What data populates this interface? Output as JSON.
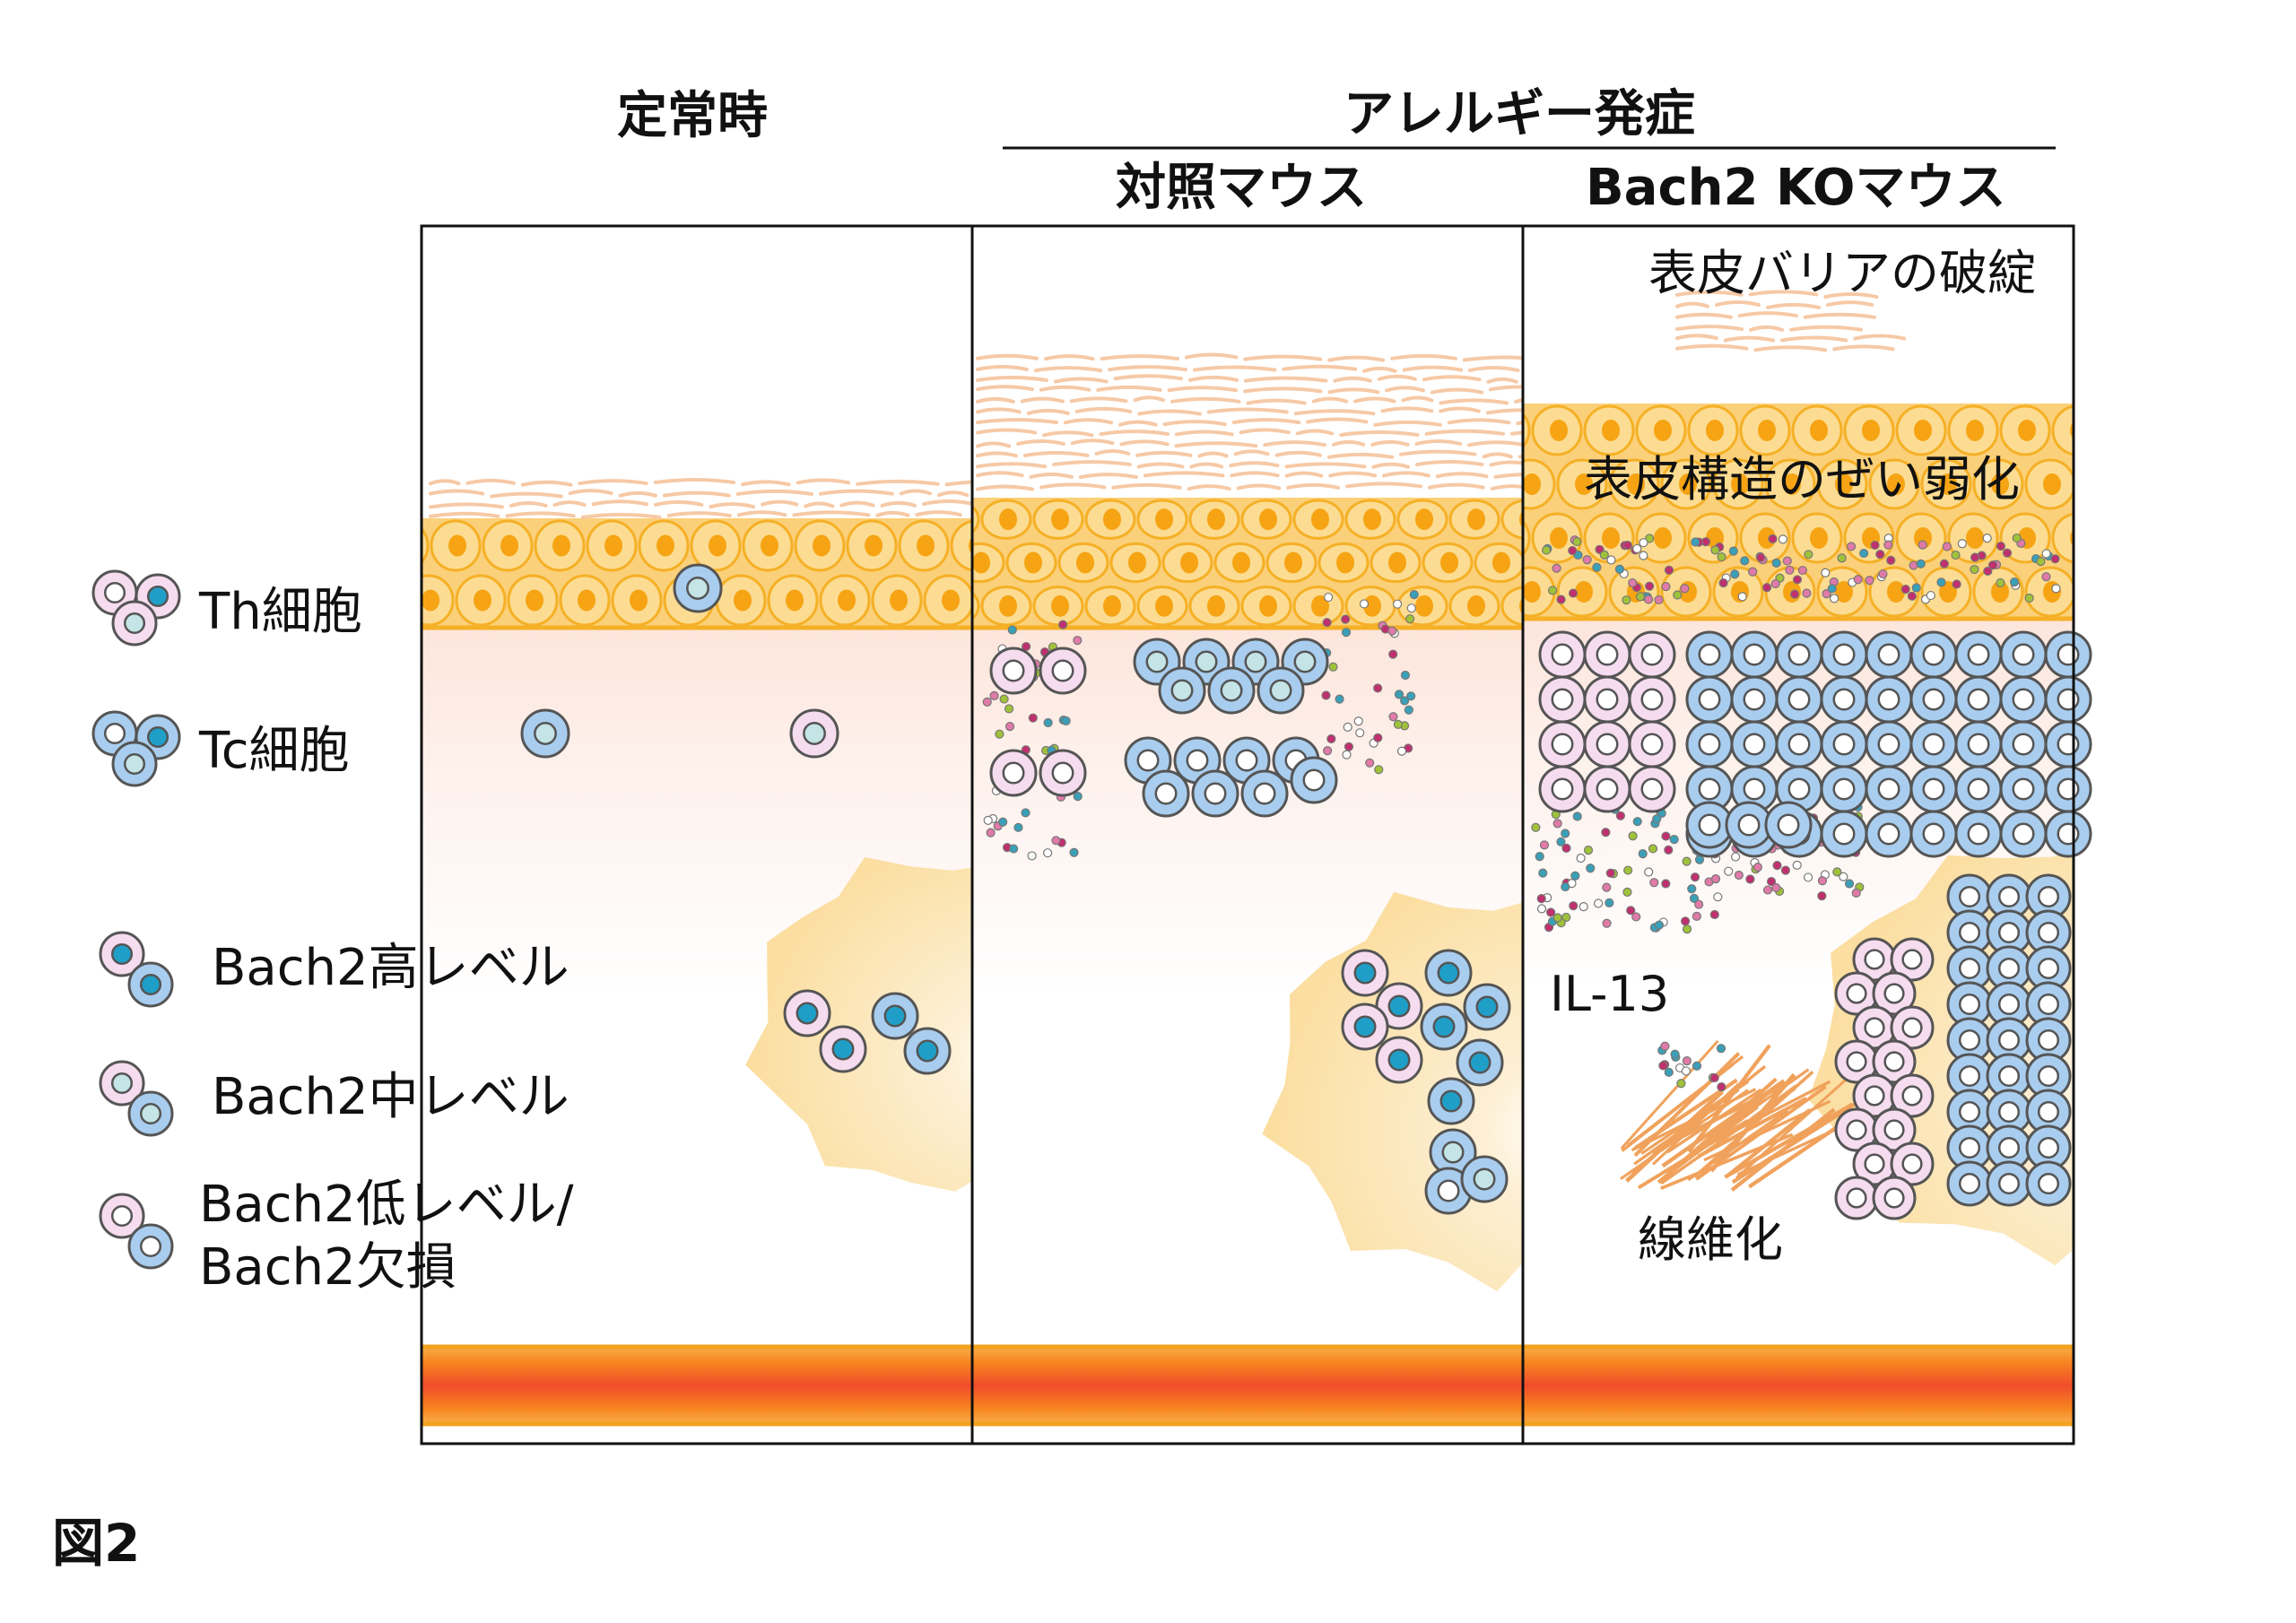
{
  "headers": {
    "steady_state": "定常時",
    "allergy_onset": "アレルギー発症",
    "control_mouse": "対照マウス",
    "ko_mouse": "Bach2 KOマウス"
  },
  "annotations": {
    "barrier_breakdown": "表皮バリアの破綻",
    "epidermal_fragility": "表皮構造のぜい弱化",
    "il13": "IL-13",
    "fibrosis": "線維化"
  },
  "legend": {
    "th_cell": "Th細胞",
    "tc_cell": "Tc細胞",
    "bach2_high": "Bach2高レベル",
    "bach2_mid": "Bach2中レベル",
    "bach2_low_line1": "Bach2低レベル/",
    "bach2_low_line2": "Bach2欠損"
  },
  "figure_label": "図2",
  "colors": {
    "th_pink": "#f6dcef",
    "tc_blue": "#a9cdee",
    "nucleus_high": "#1f9fc8",
    "nucleus_mid": "#c4e4e6",
    "nucleus_low": "#ffffff",
    "epidermis_orange": "#f5b026",
    "cell_nucleus_orange": "#f6a414",
    "fibroblast_yellow": "#fbe0a4",
    "vessel_red": "#f26a2e",
    "outline": "#111111"
  }
}
